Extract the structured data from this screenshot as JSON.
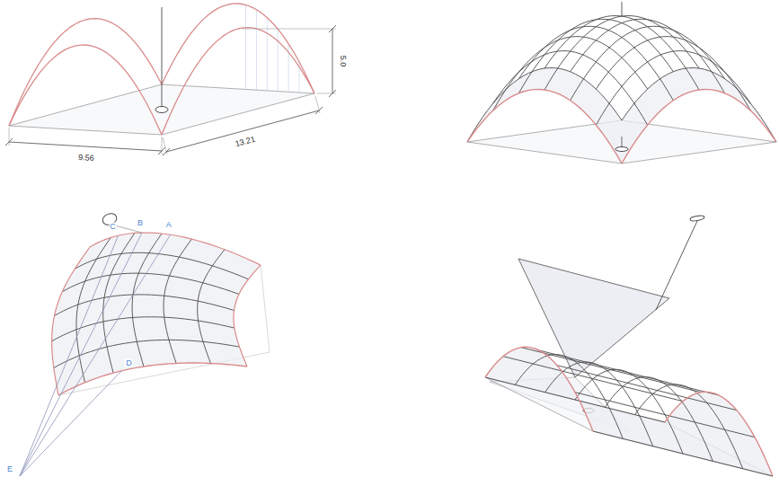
{
  "diagram": {
    "labels": [
      "5.0",
      "9.56",
      "13.21",
      "C",
      "B",
      "A",
      "D",
      "E"
    ]
  }
}
